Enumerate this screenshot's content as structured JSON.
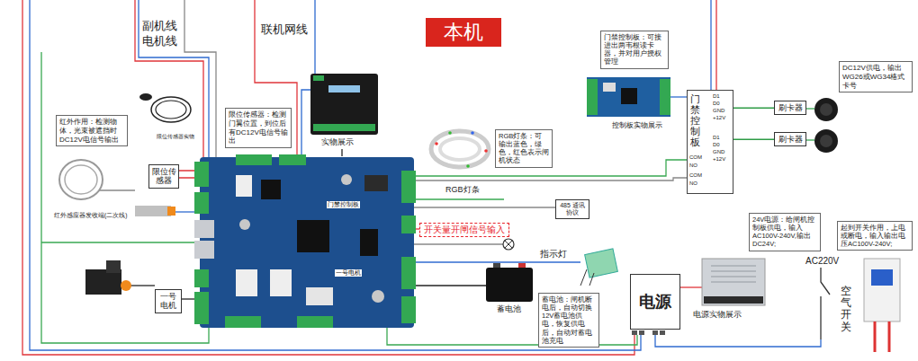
{
  "diagram": {
    "title": "本机",
    "nodes": [
      {
        "text": [
          "红外作用：检测物体，光束被遮挡时DC12V电信号输出"
        ]
      },
      {
        "text": [
          "限位传感器：检测门翼位置，到位后有DC12V电信号输出"
        ]
      },
      {
        "text": [
          "限位传感器"
        ]
      },
      {
        "text": [
          "一号电机"
        ]
      },
      {
        "text": [
          "RGB灯条：可输出蓝色，绿色，红色表示闸机状态"
        ]
      },
      {
        "text": [
          "485 通讯协议"
        ]
      },
      {
        "text": [
          "开关量开闸信号输入"
        ]
      },
      {
        "text": [
          "门禁控制板：可接进出两韦根读卡器，并对用户授权管理"
        ]
      },
      {
        "text": [
          "门禁控制板"
        ]
      },
      {
        "text": [
          "刷卡器"
        ]
      },
      {
        "text": [
          "刷卡器"
        ]
      },
      {
        "text": [
          "DC12V供电，输出WG26或WG34格式卡号"
        ]
      },
      {
        "text": [
          "24V电源：给闸机控制板供电，输入AC100V-240V,输出DC24V;"
        ]
      },
      {
        "text": [
          "起到开关作用，上电或断电，输入输出电压AC100V-240V;"
        ]
      },
      {
        "text": [
          "蓄电池：闸机断电后，自动切换12V蓄电池供电，恢复供电后，自动对蓄电池充电"
        ]
      },
      {
        "text": [
          "电源"
        ]
      }
    ],
    "edges": [
      {
        "from": 8,
        "to": 9,
        "arrow": "none"
      },
      {
        "from": 8,
        "to": 10,
        "arrow": "none"
      }
    ],
    "labels": [
      "副机线",
      "电机线",
      "联机网线",
      "实物展示",
      "限位传感器实物",
      "红外感应器发收端(二次线)",
      "RGB灯条",
      "指示灯",
      "蓄电池",
      "控制板实物展示",
      "电源实物展示",
      "AC220V",
      "空气开关",
      "D1",
      "D0",
      "GND",
      "+12V",
      "COM",
      "NO",
      "D1",
      "D0",
      "GND",
      "+12V",
      "COM",
      "NO",
      "门禁控制板",
      "一号电机"
    ]
  }
}
